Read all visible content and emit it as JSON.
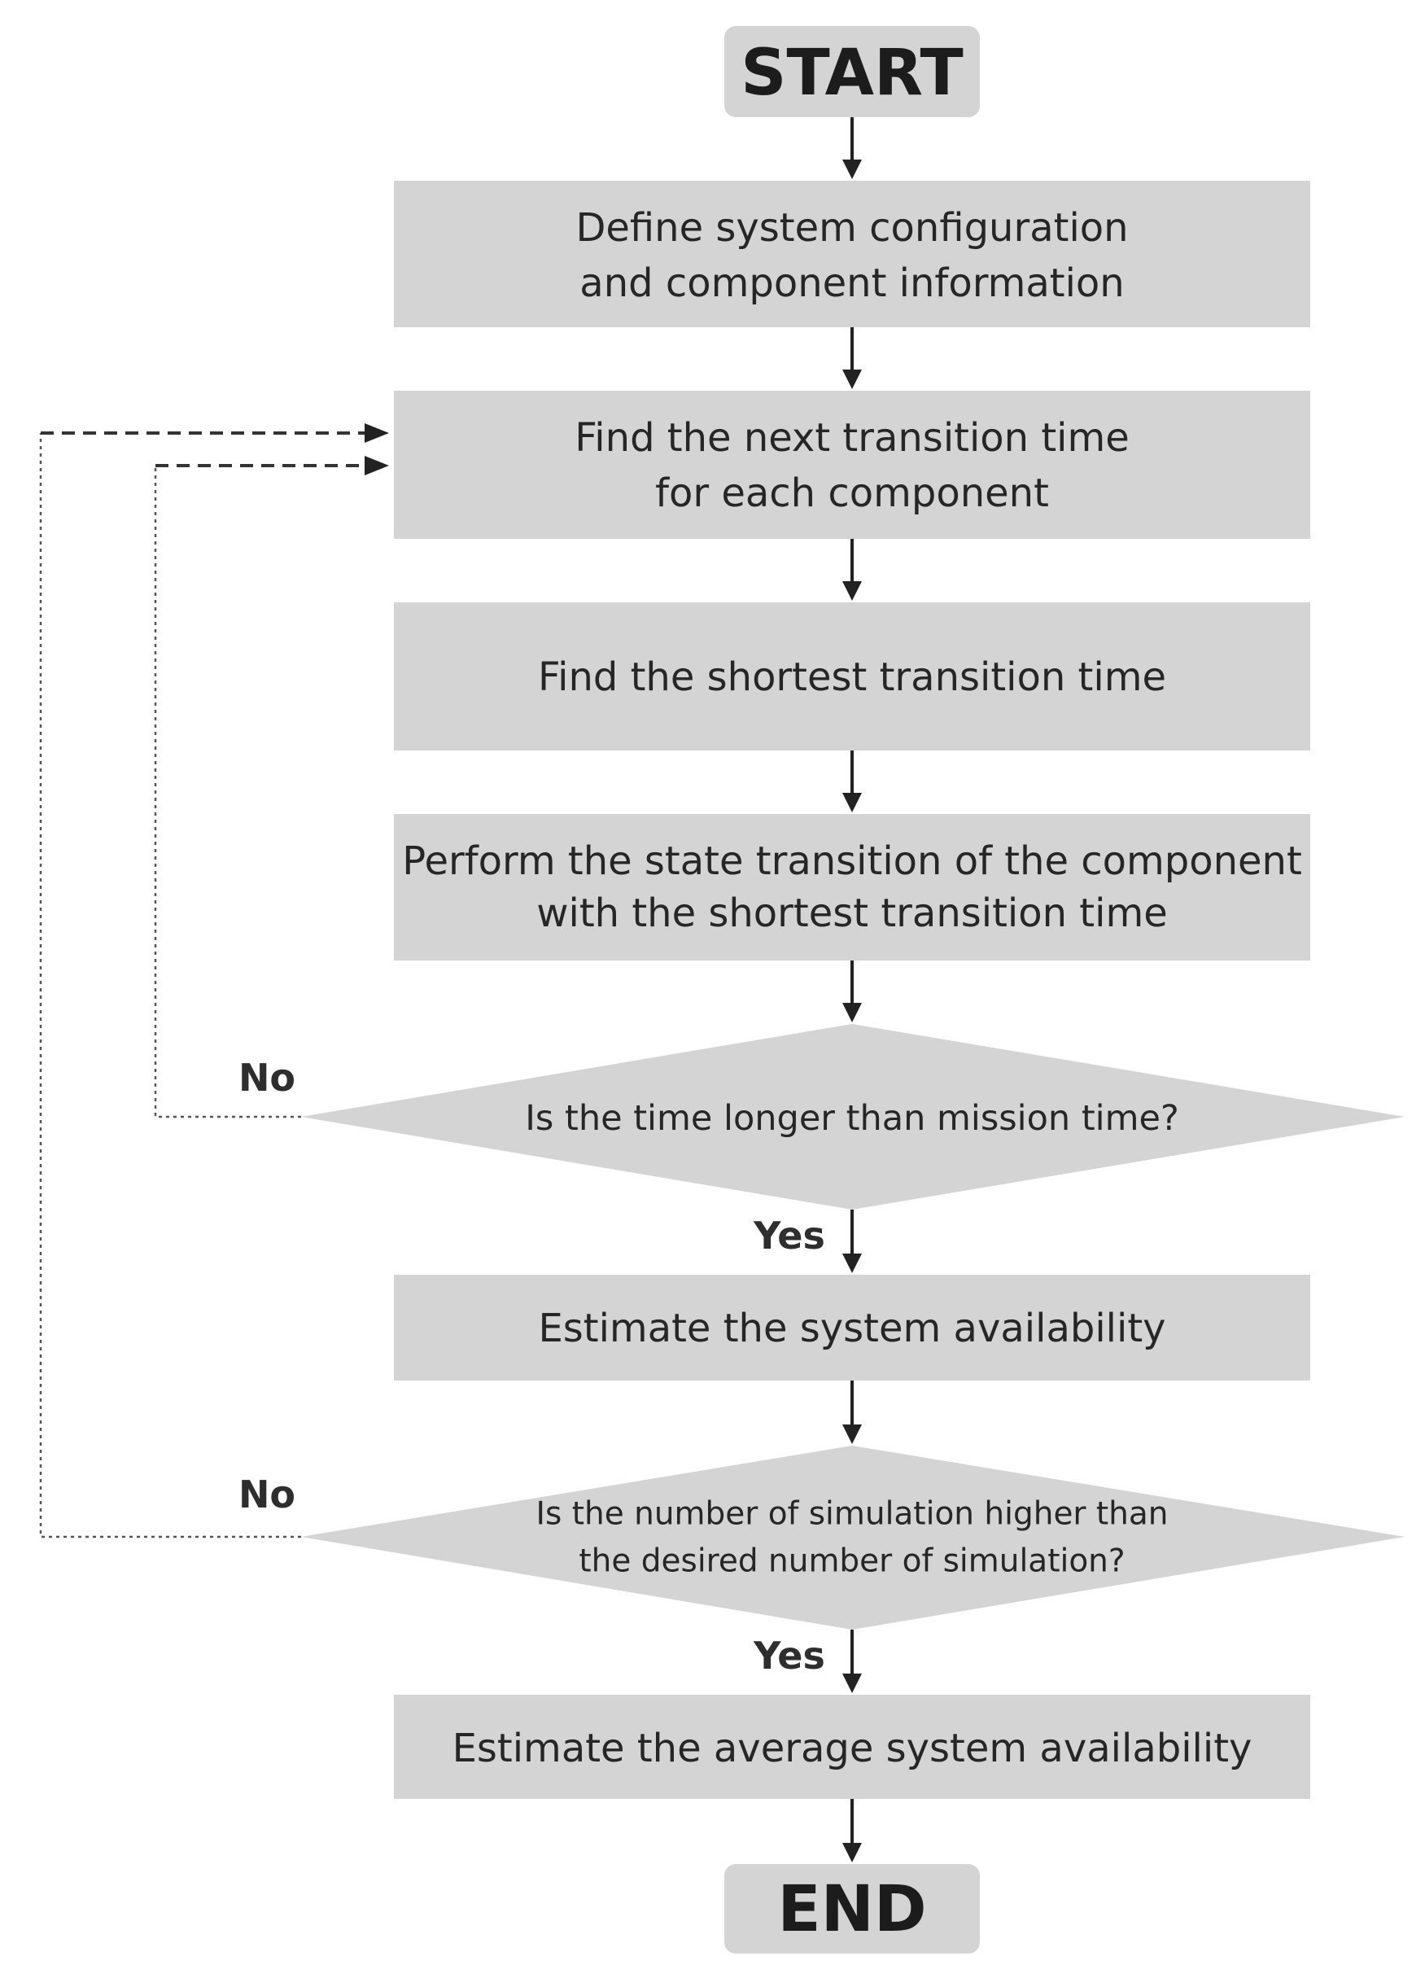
{
  "start": "START",
  "end": "END",
  "steps": {
    "define": [
      "Define system configuration",
      "and component information"
    ],
    "next_transition": [
      "Find the next transition time",
      "for each component"
    ],
    "shortest": [
      "Find the shortest transition time"
    ],
    "perform": [
      "Perform the state transition of the component",
      "with the shortest transition time"
    ],
    "estimate_system": [
      "Estimate the system availability"
    ],
    "estimate_average": [
      "Estimate the average system availability"
    ]
  },
  "decisions": {
    "mission_time": [
      "Is the time longer than mission time?"
    ],
    "simulation_count": [
      "Is the number of simulation higher than",
      "the desired number of simulation?"
    ]
  },
  "branches": {
    "mission_no": "No",
    "mission_yes": "Yes",
    "simulation_no": "No",
    "simulation_yes": "Yes"
  }
}
